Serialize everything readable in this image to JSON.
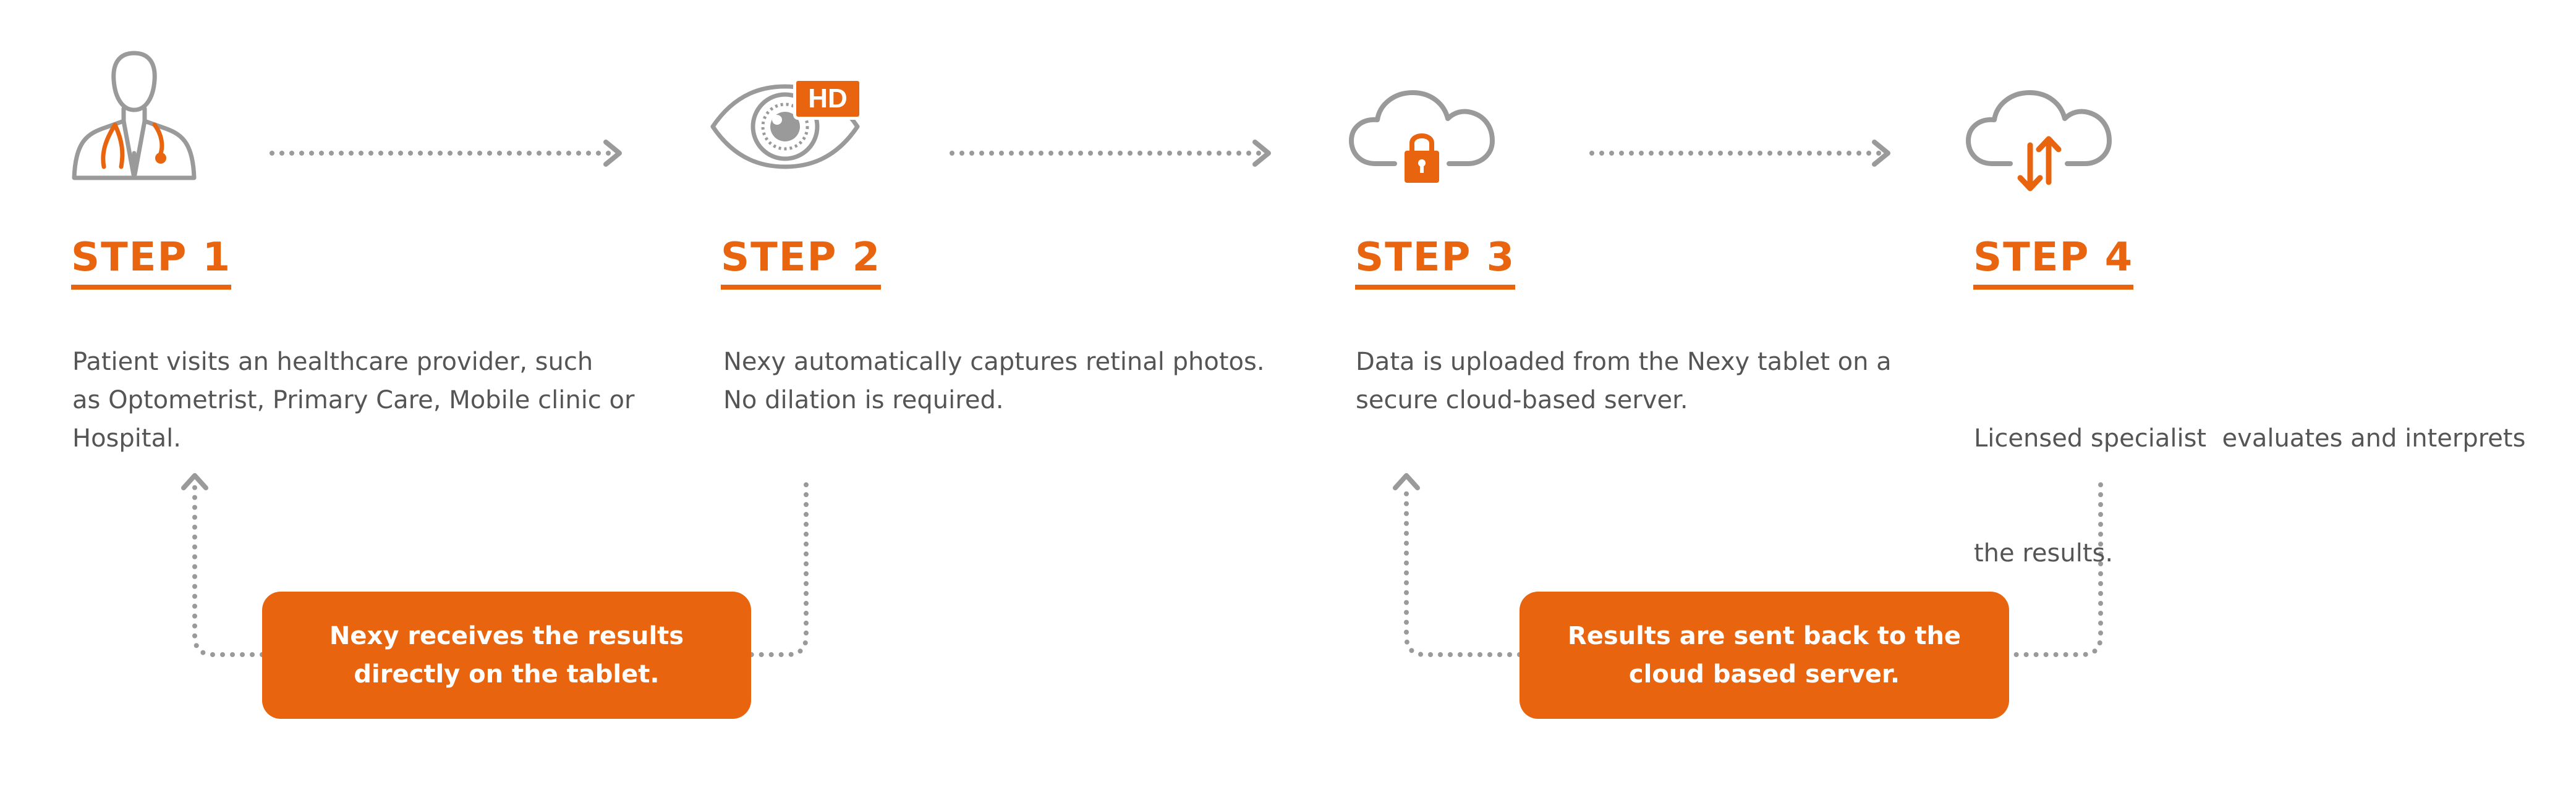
{
  "colors": {
    "accent": "#e8640e",
    "icon_gray": "#9a9a9a",
    "text": "#555555",
    "box_text": "#ffffff"
  },
  "steps": [
    {
      "title": "STEP 1",
      "icon": "doctor-icon",
      "description": [
        "Patient visits an healthcare provider, such",
        "as Optometrist, Primary Care, Mobile clinic or",
        "Hospital."
      ]
    },
    {
      "title": "STEP 2",
      "icon": "eye-hd-icon",
      "badge": "HD",
      "description": [
        "Nexy automatically captures retinal photos.",
        "No dilation is required."
      ]
    },
    {
      "title": "STEP 3",
      "icon": "cloud-lock-icon",
      "description": [
        "Data is uploaded from the Nexy tablet on a",
        "secure cloud-based server."
      ]
    },
    {
      "title": "STEP 4",
      "icon": "cloud-transfer-icon",
      "description": [
        "Licensed specialist  evaluates and interprets",
        "the results."
      ]
    }
  ],
  "feedback_boxes": [
    {
      "lines": [
        "Nexy receives the results",
        "directly on the tablet."
      ]
    },
    {
      "lines": [
        "Results are sent back to the",
        "cloud based server."
      ]
    }
  ]
}
